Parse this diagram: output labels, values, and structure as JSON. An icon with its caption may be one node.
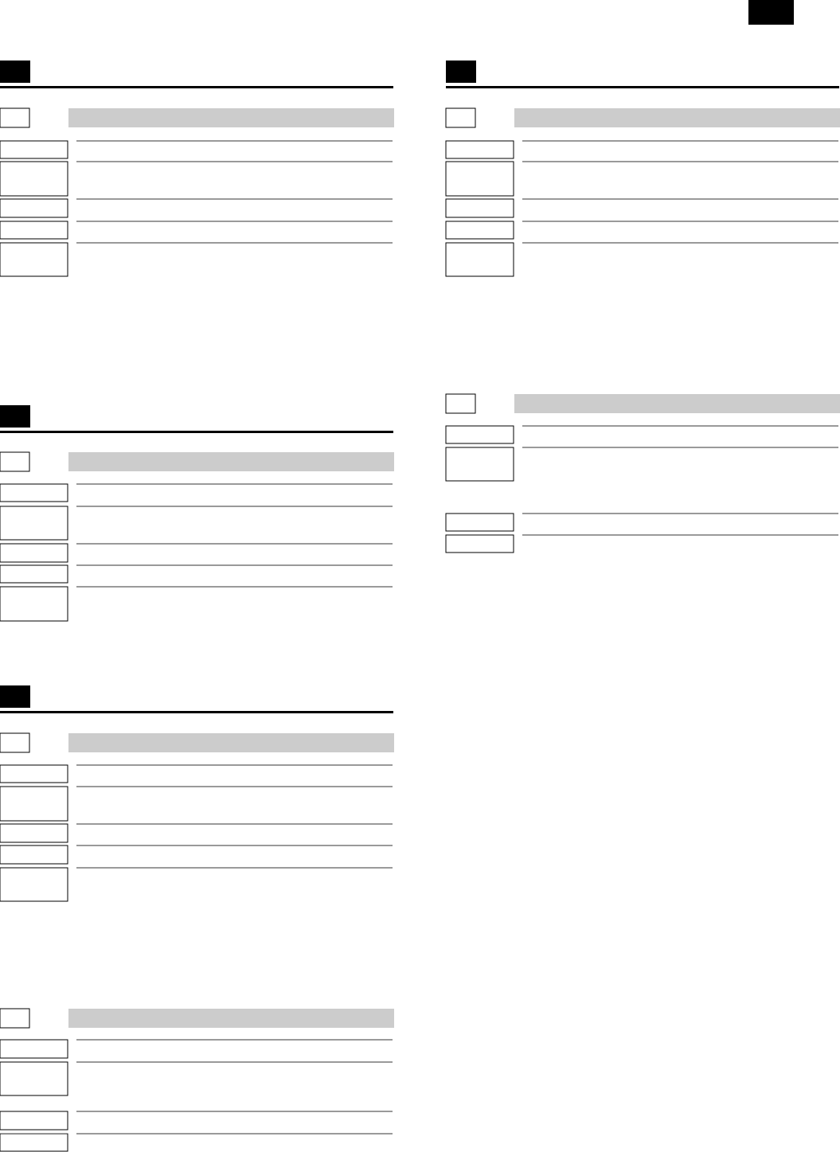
{
  "diagram": {
    "nodes": [
      {
        "text": [],
        "shape": "box"
      },
      {
        "text": [],
        "shape": "bar"
      },
      {
        "text": [],
        "shape": "box"
      },
      {
        "text": [],
        "shape": "box"
      },
      {
        "text": [],
        "shape": "box"
      },
      {
        "text": [],
        "shape": "box"
      },
      {
        "text": [],
        "shape": "box"
      },
      {
        "text": [],
        "shape": "box"
      },
      {
        "text": [],
        "shape": "bar"
      },
      {
        "text": [],
        "shape": "box"
      },
      {
        "text": [],
        "shape": "box"
      },
      {
        "text": [],
        "shape": "box"
      },
      {
        "text": [],
        "shape": "box"
      },
      {
        "text": [],
        "shape": "box"
      },
      {
        "text": [],
        "shape": "box"
      },
      {
        "text": [],
        "shape": "bar"
      },
      {
        "text": [],
        "shape": "box"
      },
      {
        "text": [],
        "shape": "box"
      },
      {
        "text": [],
        "shape": "box"
      },
      {
        "text": [],
        "shape": "box"
      },
      {
        "text": [],
        "shape": "box"
      },
      {
        "text": [],
        "shape": "box"
      },
      {
        "text": [],
        "shape": "bar"
      },
      {
        "text": [],
        "shape": "box"
      },
      {
        "text": [],
        "shape": "box"
      },
      {
        "text": [],
        "shape": "box"
      },
      {
        "text": [],
        "shape": "box"
      },
      {
        "text": [],
        "shape": "box"
      },
      {
        "text": [],
        "shape": "bar"
      },
      {
        "text": [],
        "shape": "box"
      },
      {
        "text": [],
        "shape": "box"
      },
      {
        "text": [],
        "shape": "box"
      },
      {
        "text": [],
        "shape": "box"
      },
      {
        "text": [],
        "shape": "box"
      },
      {
        "text": [],
        "shape": "box"
      },
      {
        "text": [],
        "shape": "bar"
      },
      {
        "text": [],
        "shape": "box"
      },
      {
        "text": [],
        "shape": "box"
      },
      {
        "text": [],
        "shape": "box"
      },
      {
        "text": [],
        "shape": "box"
      }
    ]
  }
}
